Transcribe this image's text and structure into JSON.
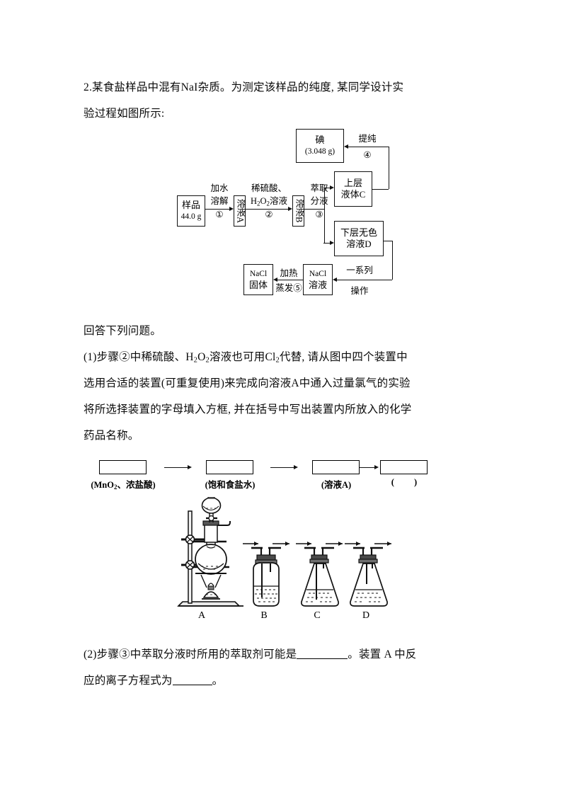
{
  "document": {
    "type": "chemistry-worksheet",
    "question_number": "2."
  },
  "stem": {
    "line1": "2.某食盐样品中混有NaI杂质。为测定该样品的纯度, 某同学设计实",
    "line2": "验过程如图所示:",
    "answer_prompt": "回答下列问题。"
  },
  "flowchart": {
    "boxes": {
      "sample": {
        "line1": "样品",
        "line2": "44.0 g"
      },
      "solution_a": {
        "chars": "溶液A"
      },
      "solution_b": {
        "chars": "溶液B"
      },
      "iodine": {
        "line1": "碘",
        "line2": "(3.048 g)"
      },
      "upper_layer": {
        "line1": "上层",
        "line2": "液体C"
      },
      "lower_layer": {
        "line1": "下层无色",
        "line2": "溶液D"
      },
      "nacl_solution": {
        "line1": "NaCl",
        "line2": "溶液"
      },
      "nacl_solid": {
        "line1": "NaCl",
        "line2": "固体"
      }
    },
    "labels": {
      "step1_top": "加水",
      "step1_mid": "溶解",
      "step1_num": "①",
      "step2_top": "稀硫酸、",
      "step2_mid": "H2O2溶液",
      "step2_num": "②",
      "step3_top": "萃取",
      "step3_mid": "分液",
      "step3_num": "③",
      "step4_top": "提纯",
      "step4_num": "④",
      "series_top": "一系列",
      "series_bottom": "操作",
      "step5_top": "加热",
      "step5_bottom": "蒸发⑤"
    }
  },
  "question1": {
    "line1": "(1)步骤②中稀硫酸、H2O2溶液也可用Cl2代替, 请从图中四个装置中",
    "line2": "选用合适的装置(可重复使用)来完成向溶液A中通入过量氯气的实验",
    "line3": "将所选择装置的字母填入方框, 并在括号中写出装置内所放入的化学",
    "line4": "药品名称。"
  },
  "fill_row": {
    "boxes": [
      "",
      "",
      "",
      ""
    ],
    "labels": [
      "(MnO2、浓盐酸)",
      "(饱和食盐水)",
      "(溶液A)",
      "(        )"
    ]
  },
  "apparatus": {
    "letters": [
      "A",
      "B",
      "C",
      "D"
    ],
    "descriptions": [
      "round-bottom-flask-with-dropping-funnel-on-iron-stand-with-alcohol-lamp",
      "gas-washing-bottle-with-long-inlet-tube",
      "conical-flask-with-long-inlet-tube-reaching-liquid",
      "conical-flask-with-short-inlet-tube-above-liquid"
    ]
  },
  "question2": {
    "line1_a": "(2)步骤③中萃取分液时所用的萃取剂可能是",
    "line1_b": "。装置 A 中反",
    "line2_a": "应的离子方程式为",
    "line2_b": "。"
  },
  "colors": {
    "ink": "#000000",
    "paper": "#ffffff"
  }
}
